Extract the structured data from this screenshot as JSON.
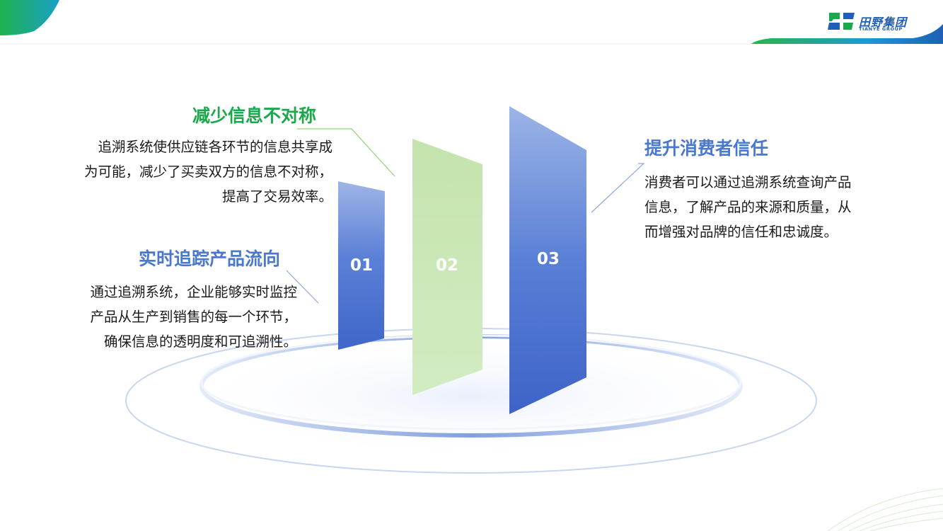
{
  "logo": {
    "name": "田野集团",
    "sub": "TIANYE GROUP"
  },
  "items": [
    {
      "title": "减少信息不对称",
      "lines": [
        "追溯系统使供应链各环节的信息共享成",
        "为可能，减少了买卖双方的信息不对称，",
        "提高了交易效率。"
      ],
      "color": "#1aa84a"
    },
    {
      "title": "实时追踪产品流向",
      "lines": [
        "通过追溯系统，企业能够实时监控",
        "产品从生产到销售的每一个环节，",
        "确保信息的透明度和可追溯性。"
      ],
      "color": "#4a78cc"
    },
    {
      "title": "提升消费者信任",
      "lines": [
        "消费者可以通过追溯系统查询产品",
        "信息，了解产品的来源和质量，从",
        "而增强对品牌的信任和忠诚度。"
      ],
      "color": "#4a78cc"
    }
  ],
  "numbers": [
    "01",
    "02",
    "03"
  ],
  "colors": {
    "blue": "#4a72cf",
    "green": "#c9e6b4",
    "brand_green": "#1aa84a",
    "brand_blue": "#1f5fb8"
  }
}
